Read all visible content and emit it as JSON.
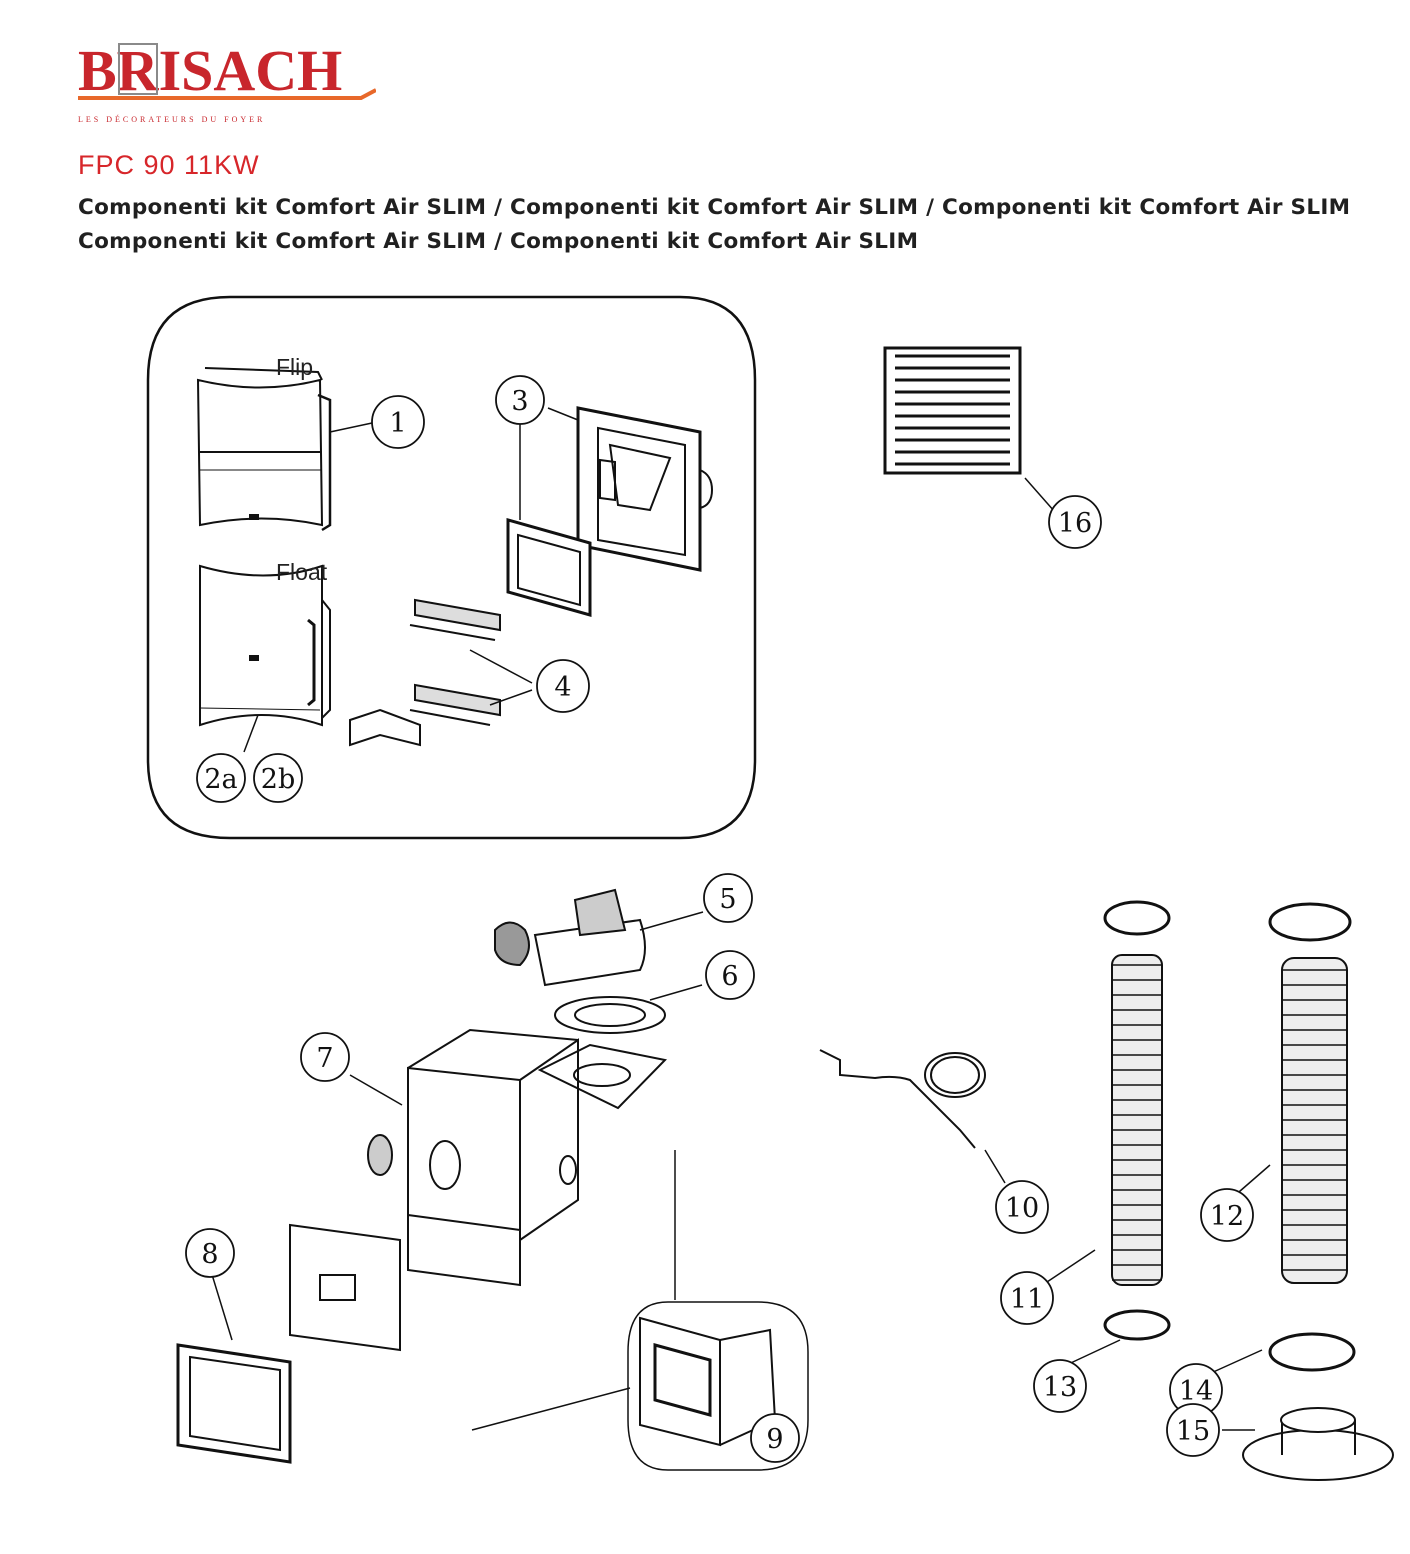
{
  "logo": {
    "brand": "BRISACH",
    "tagline": "LES DÉCORATEURS DU FOYER",
    "colors": {
      "brand_red": "#c8262c",
      "underline": "#e8682a",
      "brand_gray": "#8a8a8a"
    }
  },
  "header": {
    "model": "FPC 90 11KW",
    "subtitle_line1": "Componenti kit Comfort Air SLIM / Componenti kit Comfort Air SLIM / Componenti kit Comfort Air SLIM",
    "subtitle_line2": "Componenti kit Comfort Air SLIM / Componenti kit Comfort Air SLIM"
  },
  "diagram": {
    "variant_labels": {
      "flip": "Flip",
      "float": "Float"
    },
    "callouts": {
      "c1": "1",
      "c2a": "2a",
      "c2b": "2b",
      "c3": "3",
      "c4": "4",
      "c5": "5",
      "c6": "6",
      "c7": "7",
      "c8": "8",
      "c9": "9",
      "c10": "10",
      "c11": "11",
      "c12": "12",
      "c13": "13",
      "c14": "14",
      "c15": "15",
      "c16": "16"
    },
    "parts": [
      "flip-grille-panel",
      "float-grille-panel",
      "wall-mount-frame",
      "inner-mount-plate",
      "hinge-bracket-set",
      "centrifugal-fan",
      "fan-gasket",
      "distribution-box",
      "front-frame",
      "assembled-box",
      "temperature-sensor-cable",
      "flexible-duct-left",
      "flexible-duct-right",
      "hose-clamp-small",
      "hose-clamp-large",
      "duct-spigot-collar",
      "louvered-wall-grille"
    ],
    "colors": {
      "line": "#111111",
      "fill": "#ffffff",
      "shade": "#bbbbbb"
    }
  }
}
